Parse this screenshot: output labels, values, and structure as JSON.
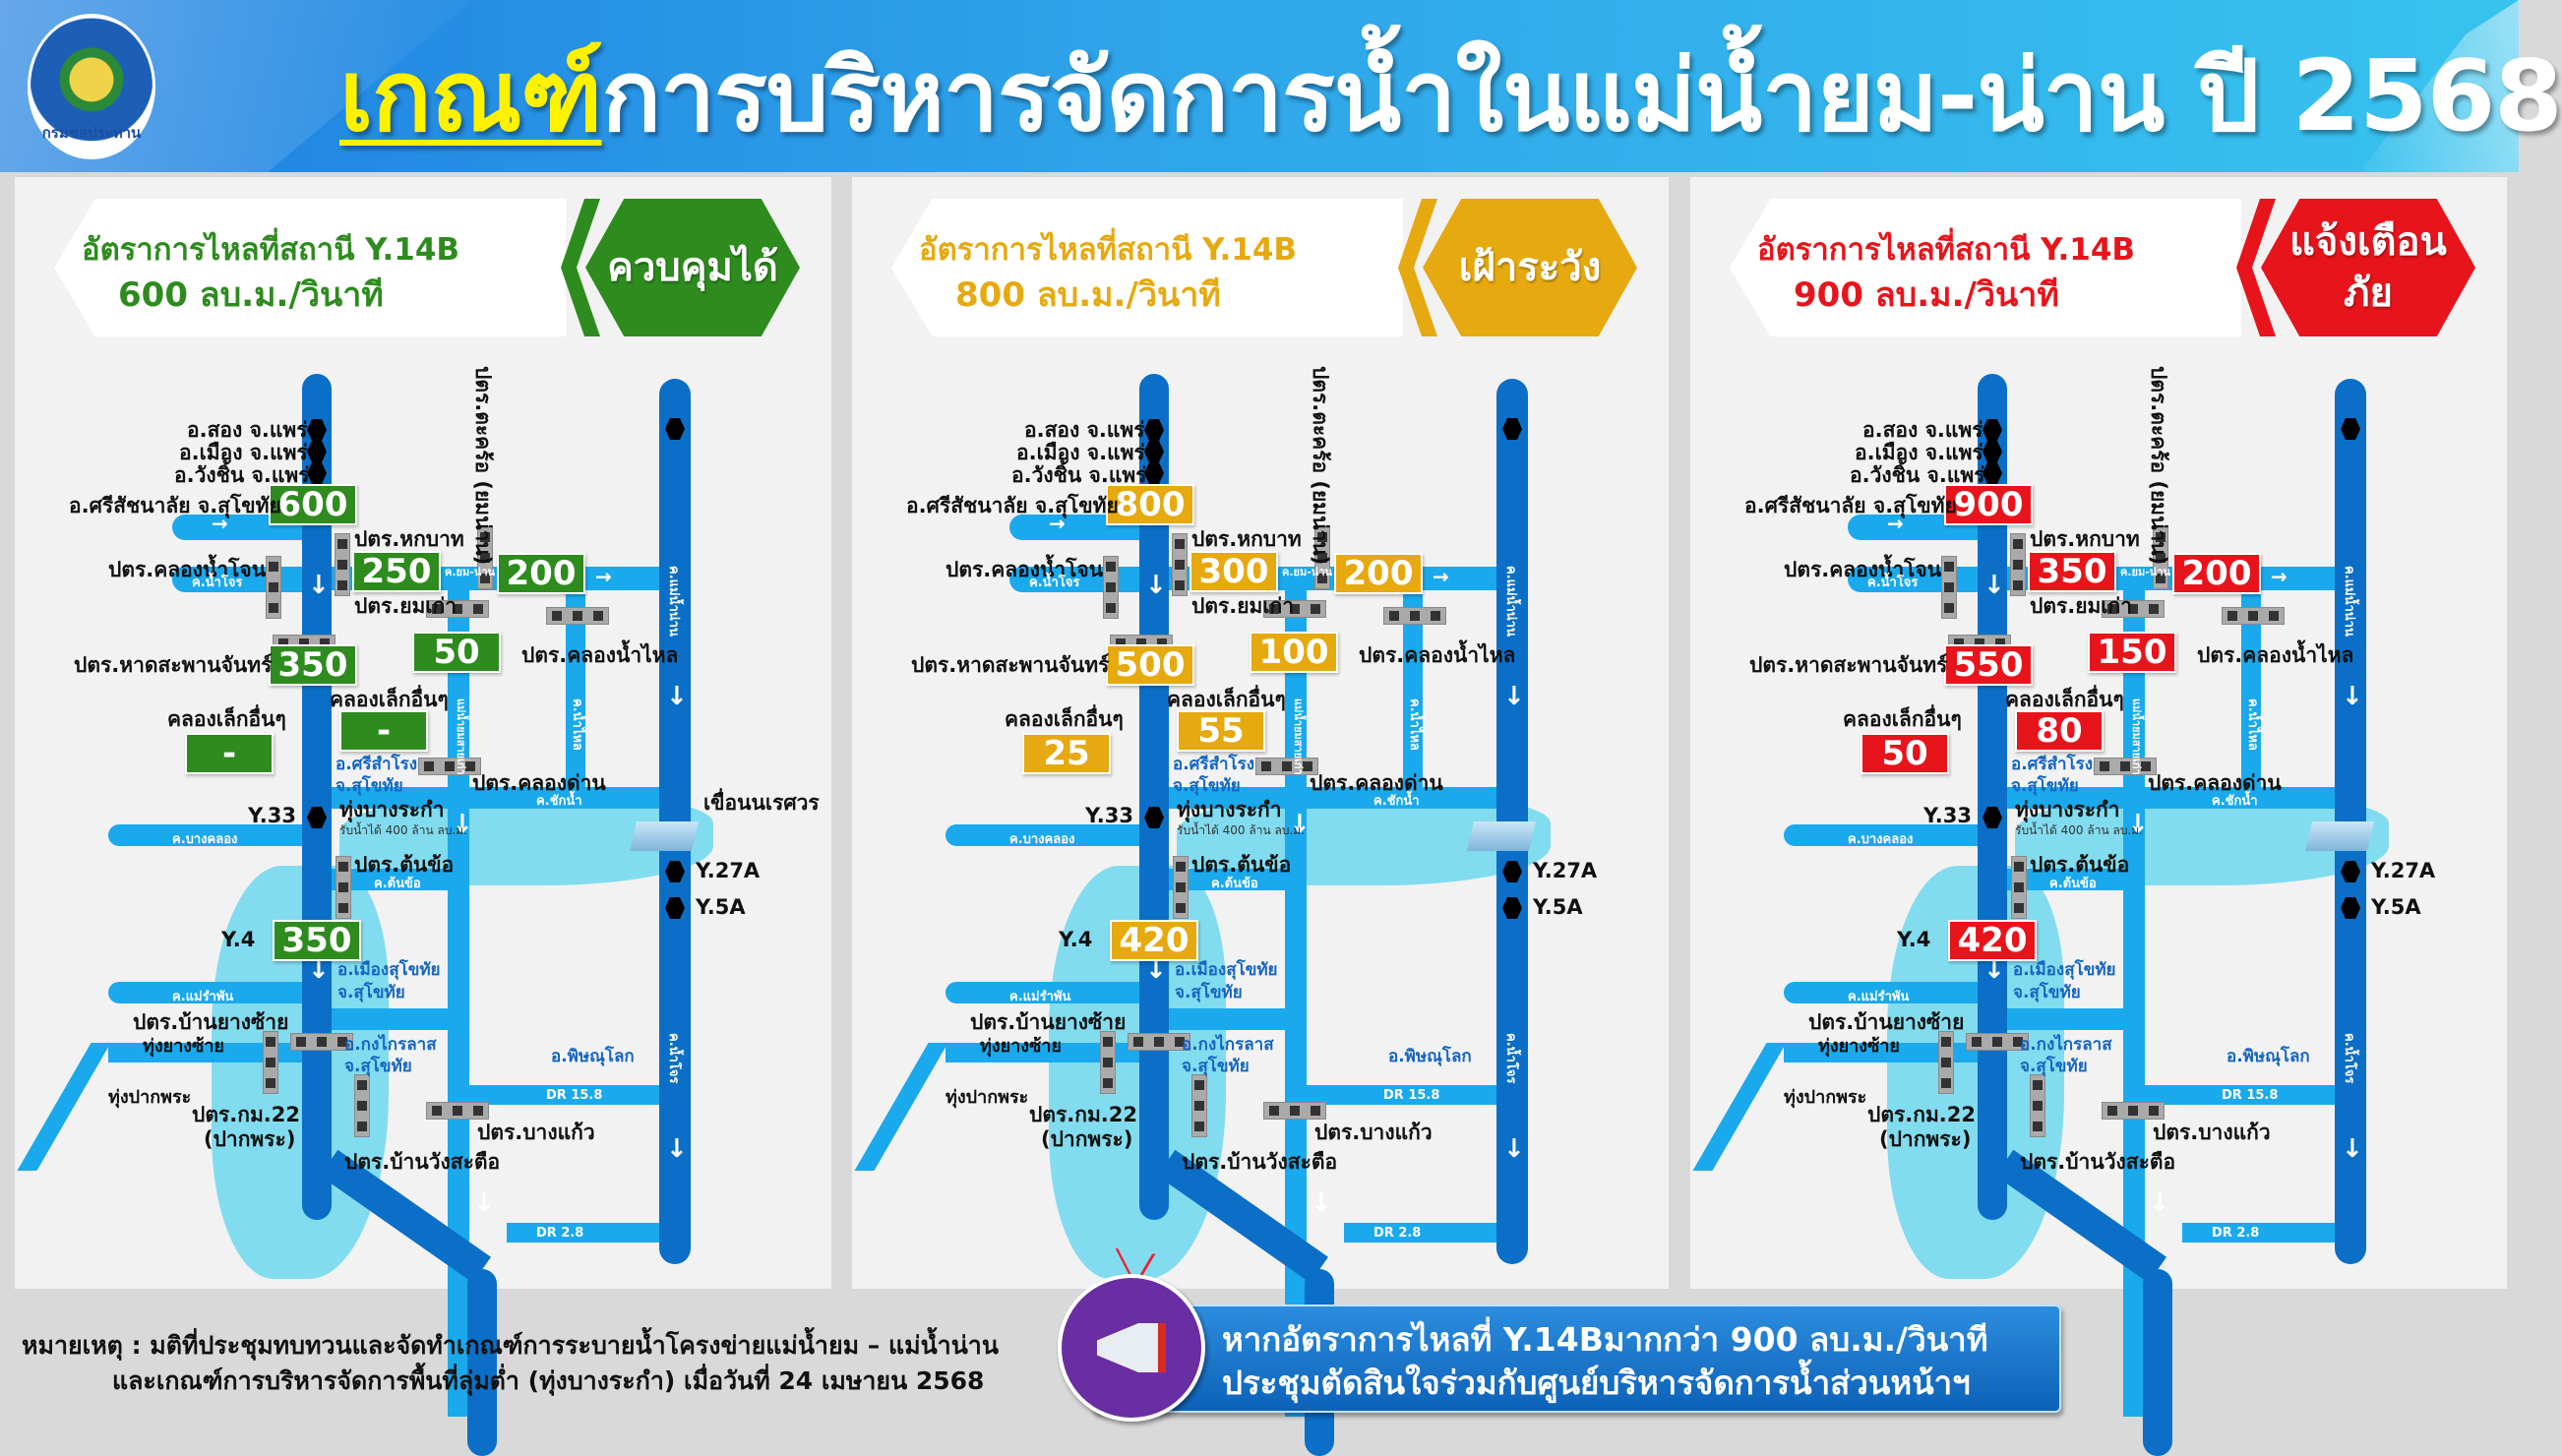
{
  "header": {
    "logo_text": "กรมชลประทาน",
    "title_highlight": "เกณฑ์",
    "title_rest": "การบริหารจัดการน้ำในแม่น้ำยม-น่าน ปี 2568"
  },
  "colors": {
    "green": "#2e8b1e",
    "amber": "#e6a90f",
    "red": "#e8141b",
    "river_dark": "#0b6fc7",
    "canal_light": "#1aa9ec"
  },
  "panels": [
    {
      "level": "ควบคุมได้",
      "level_lines": [
        "ควบคุมได้"
      ],
      "color": "#2e8b1e",
      "banner_line1": "อัตราการไหลที่สถานี Y.14B",
      "banner_line2": "600 ลบ.ม./วินาที",
      "values": {
        "srisatchanalai": "600",
        "hok_bat": "250",
        "yom_nan": "200",
        "hat_saphan_chan": "350",
        "yom_kao": "50",
        "small_canals_left": "-",
        "small_canals_right": "-",
        "y4": "350"
      }
    },
    {
      "level": "เฝ้าระวัง",
      "level_lines": [
        "เฝ้าระวัง"
      ],
      "color": "#e6a90f",
      "banner_line1": "อัตราการไหลที่สถานี Y.14B",
      "banner_line2": "800 ลบ.ม./วินาที",
      "values": {
        "srisatchanalai": "800",
        "hok_bat": "300",
        "yom_nan": "200",
        "hat_saphan_chan": "500",
        "yom_kao": "100",
        "small_canals_left": "25",
        "small_canals_right": "55",
        "y4": "420"
      }
    },
    {
      "level": "แจ้งเตือนภัย",
      "level_lines": [
        "แจ้งเตือน",
        "ภัย"
      ],
      "color": "#e8141b",
      "banner_line1": "อัตราการไหลที่สถานี Y.14B",
      "banner_line2": "900 ลบ.ม./วินาที",
      "values": {
        "srisatchanalai": "900",
        "hok_bat": "350",
        "yom_nan": "200",
        "hat_saphan_chan": "550",
        "yom_kao": "150",
        "small_canals_left": "50",
        "small_canals_right": "80",
        "y4": "420"
      }
    }
  ],
  "map": {
    "stations_upper": [
      "อ.สอง จ.แพร่",
      "อ.เมือง จ.แพร่",
      "อ.วังชิ้น จ.แพร่"
    ],
    "srisatchanalai": "อ.ศรีสัชนาลัย จ.สุโขทัย",
    "khlong_nam_chon": "ปตร.คลองน้ำโจน",
    "k_nam_chon": "ค.น้ำโจร",
    "hok_bat": "ปตร.หกบาท",
    "yom_kao_gate": "ปตร.ยมเก่า",
    "tha_khro": "ปตร.ตะคร้อ (ยมน่าน)",
    "k_yom_nan": "ค.ยม-น่าน",
    "k_mae_nam_nan": "ค.แม่น้ำน่าน",
    "hat_saphan_chan": "ปตร.หาดสะพานจันทร์",
    "khlong_nam_lai": "ปตร.คลองน้ำไหล",
    "small_canals": "คลองเล็กอื่นๆ",
    "yom_old_course": "แม่น้ำยมสายเก่า",
    "k_nam_lai": "ค.น้ำไหล",
    "si_samrong": "อ.ศรีสำโรง",
    "sukhothai": "จ.สุโขทัย",
    "khlong_dan": "ปตร.คลองด่าน",
    "k_chak_nam": "ค.ชักน้ำ",
    "naresuan_dam": "เขื่อนนเรศวร",
    "bang_rakam": "ทุ่งบางระกำ",
    "bang_rakam_cap": "รับน้ำได้ 400 ล้าน ลบ.ม.",
    "y33": "Y.33",
    "k_bang_khlong": "ค.บางคลอง",
    "ton_kho": "ปตร.ต้นข้อ",
    "k_ton_kho": "ค.ต้นข้อ",
    "y27a": "Y.27A",
    "y5a": "Y.5A",
    "y4": "Y.4",
    "mueang_sukhothai": "อ.เมืองสุโขทัย",
    "k_mae_ramphan": "ค.แม่รำพัน",
    "ban_yang_sai": "ปตร.บ้านยางซ้าย",
    "thung_yang_sai": "ทุ่งยางซ้าย",
    "kong_krailat": "อ.กงไกรลาส",
    "thung_pak_phra": "ทุ่งปากพระ",
    "km22": "ปตร.กม.22",
    "km22_sub": "(ปากพระ)",
    "phitsanulok": "อ.พิษณุโลก",
    "k_nam_chon_r": "ค.น้ำโจร",
    "dr158": "DR 15.8",
    "bang_kaeo": "ปตร.บางแก้ว",
    "ban_wang_satue": "ปตร.บ้านวังสะตือ",
    "dr28": "DR 2.8"
  },
  "footer": {
    "note_line1": "หมายเหตุ : มติที่ประชุมทบทวนและจัดทำเกณฑ์การระบายน้ำโครงข่ายแม่น้ำยม – แม่น้ำน่าน",
    "note_line2": "และเกณฑ์การบริหารจัดการพื้นที่ลุ่มต่ำ (ทุ่งบางระกำ) เมื่อวันที่ 24 เมษายน 2568",
    "callout_line1": "หากอัตราการไหลที่  Y.14Bมากกว่า 900 ลบ.ม./วินาที",
    "callout_line2": "ประชุมตัดสินใจร่วมกับศูนย์บริหารจัดการน้ำส่วนหน้าฯ"
  }
}
